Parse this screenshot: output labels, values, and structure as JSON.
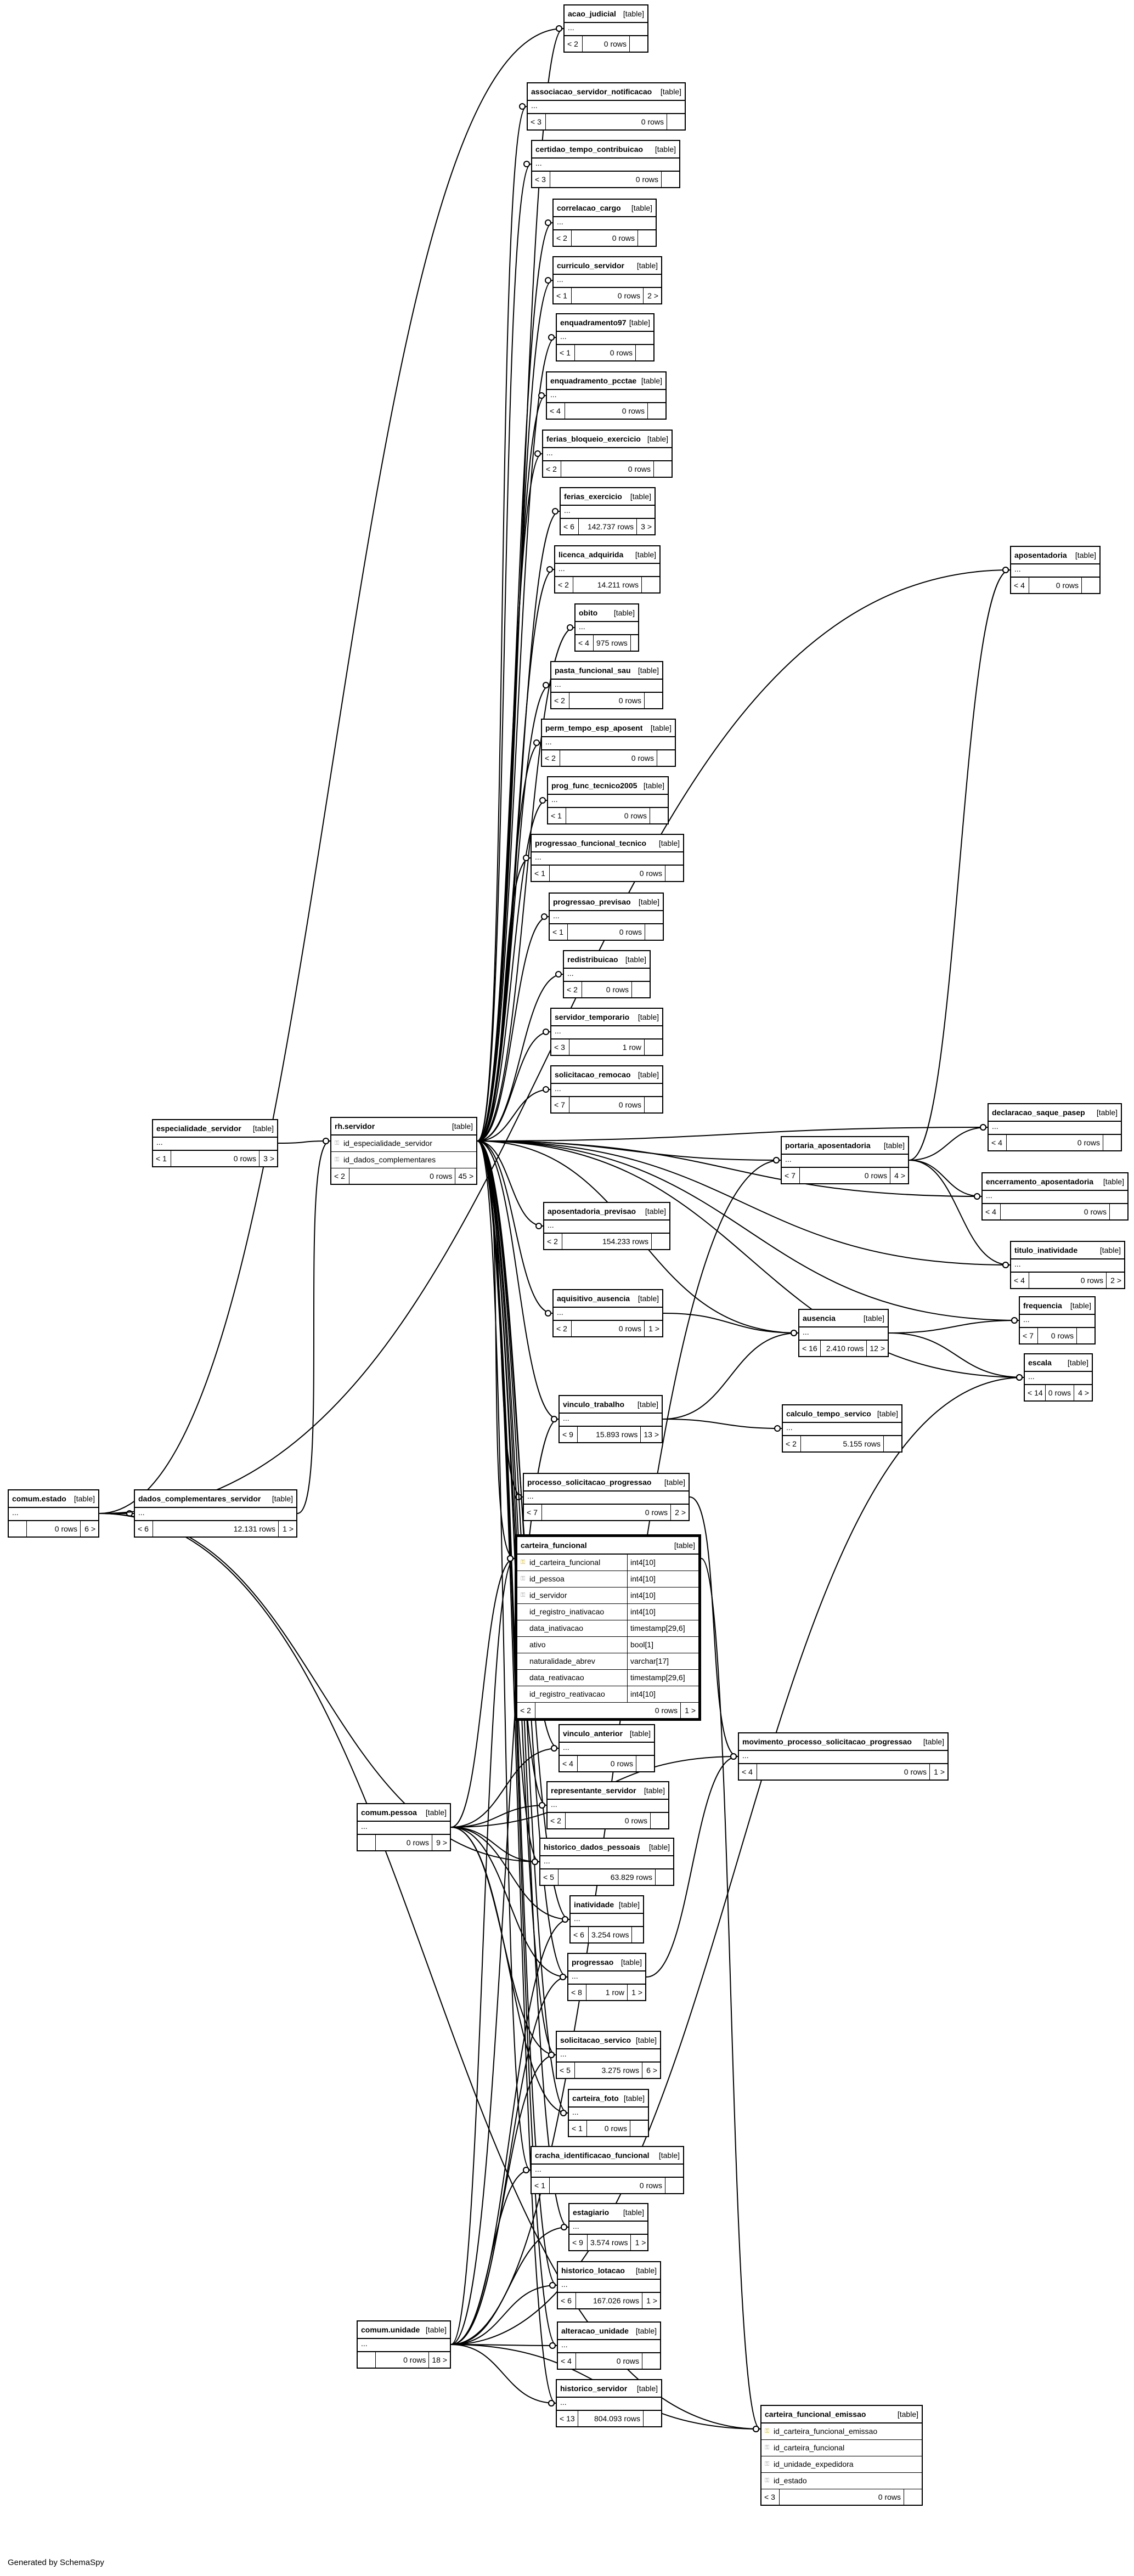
{
  "credit": "Generated by SchemaSpy",
  "tag": "[table]",
  "tables": [
    {
      "id": "acao_judicial",
      "name": "acao_judicial",
      "parents": "< 2",
      "rows": "0 rows",
      "children": ""
    },
    {
      "id": "associacao_servidor_notificacao",
      "name": "associacao_servidor_notificacao",
      "parents": "< 3",
      "rows": "0 rows",
      "children": ""
    },
    {
      "id": "certidao_tempo_contribuicao",
      "name": "certidao_tempo_contribuicao",
      "parents": "< 3",
      "rows": "0 rows",
      "children": ""
    },
    {
      "id": "correlacao_cargo",
      "name": "correlacao_cargo",
      "parents": "< 2",
      "rows": "0 rows",
      "children": ""
    },
    {
      "id": "curriculo_servidor",
      "name": "curriculo_servidor",
      "parents": "< 1",
      "rows": "0 rows",
      "children": "2 >"
    },
    {
      "id": "enquadramento97",
      "name": "enquadramento97",
      "parents": "< 1",
      "rows": "0 rows",
      "children": ""
    },
    {
      "id": "enquadramento_pcctae",
      "name": "enquadramento_pcctae",
      "parents": "< 4",
      "rows": "0 rows",
      "children": ""
    },
    {
      "id": "ferias_bloqueio_exercicio",
      "name": "ferias_bloqueio_exercicio",
      "parents": "< 2",
      "rows": "0 rows",
      "children": ""
    },
    {
      "id": "ferias_exercicio",
      "name": "ferias_exercicio",
      "parents": "< 6",
      "rows": "142.737 rows",
      "children": "3 >"
    },
    {
      "id": "licenca_adquirida",
      "name": "licenca_adquirida",
      "parents": "< 2",
      "rows": "14.211 rows",
      "children": ""
    },
    {
      "id": "obito",
      "name": "obito",
      "parents": "< 4",
      "rows": "975 rows",
      "children": ""
    },
    {
      "id": "pasta_funcional_sau",
      "name": "pasta_funcional_sau",
      "parents": "< 2",
      "rows": "0 rows",
      "children": ""
    },
    {
      "id": "perm_tempo_esp_aposent",
      "name": "perm_tempo_esp_aposent",
      "parents": "< 2",
      "rows": "0 rows",
      "children": ""
    },
    {
      "id": "prog_func_tecnico2005",
      "name": "prog_func_tecnico2005",
      "parents": "< 1",
      "rows": "0 rows",
      "children": ""
    },
    {
      "id": "progressao_funcional_tecnico",
      "name": "progressao_funcional_tecnico",
      "parents": "< 1",
      "rows": "0 rows",
      "children": ""
    },
    {
      "id": "progressao_previsao",
      "name": "progressao_previsao",
      "parents": "< 1",
      "rows": "0 rows",
      "children": ""
    },
    {
      "id": "redistribuicao",
      "name": "redistribuicao",
      "parents": "< 2",
      "rows": "0 rows",
      "children": ""
    },
    {
      "id": "servidor_temporario",
      "name": "servidor_temporario",
      "parents": "< 3",
      "rows": "1 row",
      "children": ""
    },
    {
      "id": "solicitacao_remocao",
      "name": "solicitacao_remocao",
      "parents": "< 7",
      "rows": "0 rows",
      "children": ""
    },
    {
      "id": "aposentadoria",
      "name": "aposentadoria",
      "parents": "< 4",
      "rows": "0 rows",
      "children": ""
    },
    {
      "id": "especialidade_servidor",
      "name": "especialidade_servidor",
      "parents": "< 1",
      "rows": "0 rows",
      "children": "3 >"
    },
    {
      "id": "rh_servidor",
      "name": "rh.servidor",
      "parents": "< 2",
      "rows": "0 rows",
      "children": "45 >",
      "columns": [
        {
          "key": "fk",
          "name": "id_especialidade_servidor"
        },
        {
          "key": "fk",
          "name": "id_dados_complementares"
        }
      ]
    },
    {
      "id": "declaracao_saque_pasep",
      "name": "declaracao_saque_pasep",
      "parents": "< 4",
      "rows": "0 rows",
      "children": ""
    },
    {
      "id": "portaria_aposentadoria",
      "name": "portaria_aposentadoria",
      "parents": "< 7",
      "rows": "0 rows",
      "children": "4 >"
    },
    {
      "id": "encerramento_aposentadoria",
      "name": "encerramento_aposentadoria",
      "parents": "< 4",
      "rows": "0 rows",
      "children": ""
    },
    {
      "id": "aposentadoria_previsao",
      "name": "aposentadoria_previsao",
      "parents": "< 2",
      "rows": "154.233 rows",
      "children": ""
    },
    {
      "id": "titulo_inatividade",
      "name": "titulo_inatividade",
      "parents": "< 4",
      "rows": "0 rows",
      "children": "2 >"
    },
    {
      "id": "aquisitivo_ausencia",
      "name": "aquisitivo_ausencia",
      "parents": "< 2",
      "rows": "0 rows",
      "children": "1 >"
    },
    {
      "id": "frequencia",
      "name": "frequencia",
      "parents": "< 7",
      "rows": "0 rows",
      "children": ""
    },
    {
      "id": "ausencia",
      "name": "ausencia",
      "parents": "< 16",
      "rows": "2.410 rows",
      "children": "12 >"
    },
    {
      "id": "escala",
      "name": "escala",
      "parents": "< 14",
      "rows": "0 rows",
      "children": "4 >"
    },
    {
      "id": "vinculo_trabalho",
      "name": "vinculo_trabalho",
      "parents": "< 9",
      "rows": "15.893 rows",
      "children": "13 >"
    },
    {
      "id": "calculo_tempo_servico",
      "name": "calculo_tempo_servico",
      "parents": "< 2",
      "rows": "5.155 rows",
      "children": ""
    },
    {
      "id": "comum_estado",
      "name": "comum.estado",
      "parents": "",
      "rows": "0 rows",
      "children": "6 >"
    },
    {
      "id": "dados_complementares_servidor",
      "name": "dados_complementares_servidor",
      "parents": "< 6",
      "rows": "12.131 rows",
      "children": "1 >"
    },
    {
      "id": "processo_solicitacao_progressao",
      "name": "processo_solicitacao_progressao",
      "parents": "< 7",
      "rows": "0 rows",
      "children": "2 >"
    },
    {
      "id": "carteira_funcional",
      "name": "carteira_funcional",
      "parents": "< 2",
      "rows": "0 rows",
      "children": "1 >",
      "columns": [
        {
          "key": "pk",
          "name": "id_carteira_funcional",
          "type": "int4[10]"
        },
        {
          "key": "fk",
          "name": "id_pessoa",
          "type": "int4[10]"
        },
        {
          "key": "fk",
          "name": "id_servidor",
          "type": "int4[10]"
        },
        {
          "key": "",
          "name": "id_registro_inativacao",
          "type": "int4[10]"
        },
        {
          "key": "",
          "name": "data_inativacao",
          "type": "timestamp[29,6]"
        },
        {
          "key": "",
          "name": "ativo",
          "type": "bool[1]"
        },
        {
          "key": "",
          "name": "naturalidade_abrev",
          "type": "varchar[17]"
        },
        {
          "key": "",
          "name": "data_reativacao",
          "type": "timestamp[29,6]"
        },
        {
          "key": "",
          "name": "id_registro_reativacao",
          "type": "int4[10]"
        }
      ]
    },
    {
      "id": "vinculo_anterior",
      "name": "vinculo_anterior",
      "parents": "< 4",
      "rows": "0 rows",
      "children": ""
    },
    {
      "id": "movimento_processo_solicitacao_progressao",
      "name": "movimento_processo_solicitacao_progressao",
      "parents": "< 4",
      "rows": "0 rows",
      "children": "1 >"
    },
    {
      "id": "comum_pessoa",
      "name": "comum.pessoa",
      "parents": "",
      "rows": "0 rows",
      "children": "9 >"
    },
    {
      "id": "representante_servidor",
      "name": "representante_servidor",
      "parents": "< 2",
      "rows": "0 rows",
      "children": ""
    },
    {
      "id": "historico_dados_pessoais",
      "name": "historico_dados_pessoais",
      "parents": "< 5",
      "rows": "63.829 rows",
      "children": ""
    },
    {
      "id": "inatividade",
      "name": "inatividade",
      "parents": "< 6",
      "rows": "3.254 rows",
      "children": ""
    },
    {
      "id": "progressao",
      "name": "progressao",
      "parents": "< 8",
      "rows": "1 row",
      "children": "1 >"
    },
    {
      "id": "solicitacao_servico",
      "name": "solicitacao_servico",
      "parents": "< 5",
      "rows": "3.275 rows",
      "children": "6 >"
    },
    {
      "id": "carteira_foto",
      "name": "carteira_foto",
      "parents": "< 1",
      "rows": "0 rows",
      "children": ""
    },
    {
      "id": "cracha_identificacao_funcional",
      "name": "cracha_identificacao_funcional",
      "parents": "< 1",
      "rows": "0 rows",
      "children": ""
    },
    {
      "id": "estagiario",
      "name": "estagiario",
      "parents": "< 9",
      "rows": "3.574 rows",
      "children": "1 >"
    },
    {
      "id": "historico_lotacao",
      "name": "historico_lotacao",
      "parents": "< 6",
      "rows": "167.026 rows",
      "children": "1 >"
    },
    {
      "id": "comum_unidade",
      "name": "comum.unidade",
      "parents": "",
      "rows": "0 rows",
      "children": "18 >"
    },
    {
      "id": "alteracao_unidade",
      "name": "alteracao_unidade",
      "parents": "< 4",
      "rows": "0 rows",
      "children": ""
    },
    {
      "id": "historico_servidor",
      "name": "historico_servidor",
      "parents": "< 13",
      "rows": "804.093 rows",
      "children": ""
    },
    {
      "id": "carteira_funcional_emissao",
      "name": "carteira_funcional_emissao",
      "parents": "< 3",
      "rows": "0 rows",
      "children": "",
      "columns": [
        {
          "key": "pk",
          "name": "id_carteira_funcional_emissao"
        },
        {
          "key": "fk",
          "name": "id_carteira_funcional"
        },
        {
          "key": "fk",
          "name": "id_unidade_expedidora"
        },
        {
          "key": "fk",
          "name": "id_estado"
        }
      ]
    }
  ],
  "relationships": [
    [
      "rh_servidor",
      "acao_judicial"
    ],
    [
      "rh_servidor",
      "associacao_servidor_notificacao"
    ],
    [
      "rh_servidor",
      "certidao_tempo_contribuicao"
    ],
    [
      "rh_servidor",
      "correlacao_cargo"
    ],
    [
      "rh_servidor",
      "curriculo_servidor"
    ],
    [
      "rh_servidor",
      "enquadramento97"
    ],
    [
      "rh_servidor",
      "enquadramento_pcctae"
    ],
    [
      "rh_servidor",
      "ferias_bloqueio_exercicio"
    ],
    [
      "rh_servidor",
      "ferias_exercicio"
    ],
    [
      "rh_servidor",
      "licenca_adquirida"
    ],
    [
      "rh_servidor",
      "obito"
    ],
    [
      "rh_servidor",
      "pasta_funcional_sau"
    ],
    [
      "rh_servidor",
      "perm_tempo_esp_aposent"
    ],
    [
      "rh_servidor",
      "prog_func_tecnico2005"
    ],
    [
      "rh_servidor",
      "progressao_funcional_tecnico"
    ],
    [
      "rh_servidor",
      "progressao_previsao"
    ],
    [
      "rh_servidor",
      "redistribuicao"
    ],
    [
      "rh_servidor",
      "servidor_temporario"
    ],
    [
      "rh_servidor",
      "solicitacao_remocao"
    ],
    [
      "rh_servidor",
      "aposentadoria_previsao"
    ],
    [
      "rh_servidor",
      "aquisitivo_ausencia"
    ],
    [
      "rh_servidor",
      "vinculo_trabalho"
    ],
    [
      "rh_servidor",
      "processo_solicitacao_progressao"
    ],
    [
      "rh_servidor",
      "carteira_funcional"
    ],
    [
      "rh_servidor",
      "vinculo_anterior"
    ],
    [
      "rh_servidor",
      "representante_servidor"
    ],
    [
      "rh_servidor",
      "historico_dados_pessoais"
    ],
    [
      "rh_servidor",
      "inatividade"
    ],
    [
      "rh_servidor",
      "progressao"
    ],
    [
      "rh_servidor",
      "solicitacao_servico"
    ],
    [
      "rh_servidor",
      "carteira_foto"
    ],
    [
      "rh_servidor",
      "cracha_identificacao_funcional"
    ],
    [
      "rh_servidor",
      "estagiario"
    ],
    [
      "rh_servidor",
      "historico_lotacao"
    ],
    [
      "rh_servidor",
      "alteracao_unidade"
    ],
    [
      "rh_servidor",
      "historico_servidor"
    ],
    [
      "rh_servidor",
      "portaria_aposentadoria"
    ],
    [
      "rh_servidor",
      "declaracao_saque_pasep"
    ],
    [
      "rh_servidor",
      "encerramento_aposentadoria"
    ],
    [
      "rh_servidor",
      "titulo_inatividade"
    ],
    [
      "rh_servidor",
      "ausencia"
    ],
    [
      "rh_servidor",
      "frequencia"
    ],
    [
      "rh_servidor",
      "escala"
    ],
    [
      "portaria_aposentadoria",
      "aposentadoria"
    ],
    [
      "portaria_aposentadoria",
      "declaracao_saque_pasep"
    ],
    [
      "portaria_aposentadoria",
      "encerramento_aposentadoria"
    ],
    [
      "portaria_aposentadoria",
      "titulo_inatividade"
    ],
    [
      "aquisitivo_ausencia",
      "ausencia"
    ],
    [
      "ausencia",
      "frequencia"
    ],
    [
      "ausencia",
      "escala"
    ],
    [
      "vinculo_trabalho",
      "calculo_tempo_servico"
    ],
    [
      "vinculo_trabalho",
      "ausencia"
    ],
    [
      "especialidade_servidor",
      "rh_servidor"
    ],
    [
      "dados_complementares_servidor",
      "rh_servidor"
    ],
    [
      "comum_estado",
      "dados_complementares_servidor"
    ],
    [
      "comum_estado",
      "acao_judicial"
    ],
    [
      "comum_estado",
      "aposentadoria"
    ],
    [
      "comum_estado",
      "historico_dados_pessoais"
    ],
    [
      "comum_estado",
      "carteira_funcional_emissao"
    ],
    [
      "processo_solicitacao_progressao",
      "movimento_processo_solicitacao_progressao"
    ],
    [
      "progressao",
      "movimento_processo_solicitacao_progressao"
    ],
    [
      "carteira_funcional",
      "carteira_funcional_emissao"
    ],
    [
      "comum_pessoa",
      "carteira_funcional"
    ],
    [
      "comum_pessoa",
      "vinculo_anterior"
    ],
    [
      "comum_pessoa",
      "representante_servidor"
    ],
    [
      "comum_pessoa",
      "historico_dados_pessoais"
    ],
    [
      "comum_pessoa",
      "inatividade"
    ],
    [
      "comum_pessoa",
      "progressao"
    ],
    [
      "comum_pessoa",
      "solicitacao_servico"
    ],
    [
      "comum_pessoa",
      "carteira_foto"
    ],
    [
      "comum_pessoa",
      "movimento_processo_solicitacao_progressao"
    ],
    [
      "comum_unidade",
      "estagiario"
    ],
    [
      "comum_unidade",
      "historico_lotacao"
    ],
    [
      "comum_unidade",
      "alteracao_unidade"
    ],
    [
      "comum_unidade",
      "historico_servidor"
    ],
    [
      "comum_unidade",
      "solicitacao_servico"
    ],
    [
      "comum_unidade",
      "progressao"
    ],
    [
      "comum_unidade",
      "inatividade"
    ],
    [
      "comum_unidade",
      "carteira_funcional_emissao"
    ],
    [
      "comum_unidade",
      "escala"
    ],
    [
      "comum_unidade",
      "cracha_identificacao_funcional"
    ],
    [
      "comum_unidade",
      "carteira_funcional"
    ],
    [
      "comum_unidade",
      "portaria_aposentadoria"
    ],
    [
      "comum_unidade",
      "vinculo_trabalho"
    ]
  ]
}
